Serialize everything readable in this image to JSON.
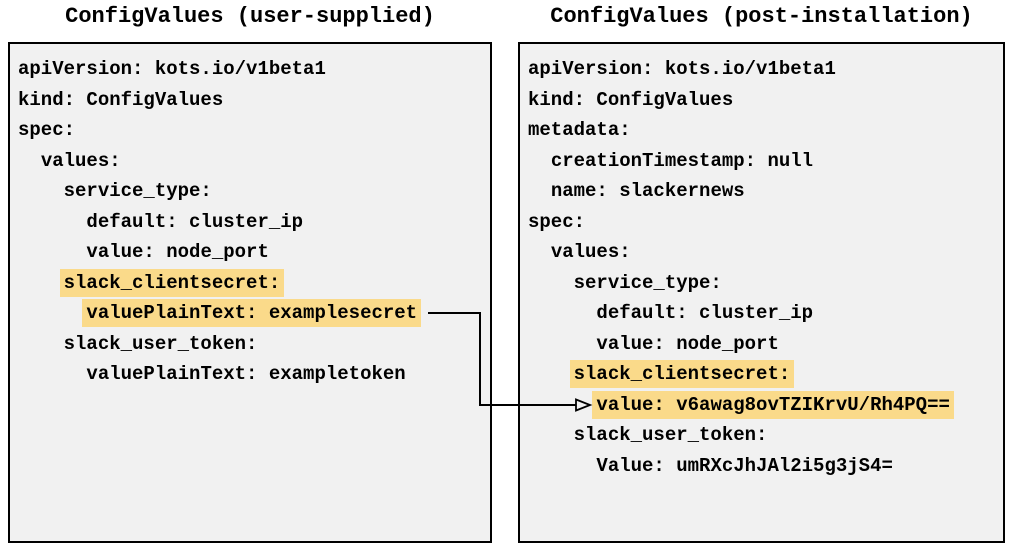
{
  "panels": [
    {
      "id": "user-supplied",
      "title": "ConfigValues (user-supplied)",
      "lines": [
        {
          "text": "apiVersion: kots.io/v1beta1",
          "highlight": false
        },
        {
          "text": "kind: ConfigValues",
          "highlight": false
        },
        {
          "text": "spec:",
          "highlight": false
        },
        {
          "text": "  values:",
          "highlight": false
        },
        {
          "text": "    service_type:",
          "highlight": false
        },
        {
          "text": "      default: cluster_ip",
          "highlight": false
        },
        {
          "text": "      value: node_port",
          "highlight": false
        },
        {
          "text": "    slack_clientsecret:",
          "highlight": true
        },
        {
          "text": "      valuePlainText: examplesecret",
          "highlight": true
        },
        {
          "text": "    slack_user_token:",
          "highlight": false
        },
        {
          "text": "      valuePlainText: exampletoken",
          "highlight": false
        }
      ]
    },
    {
      "id": "post-installation",
      "title": "ConfigValues (post-installation)",
      "lines": [
        {
          "text": "apiVersion: kots.io/v1beta1",
          "highlight": false
        },
        {
          "text": "kind: ConfigValues",
          "highlight": false
        },
        {
          "text": "metadata:",
          "highlight": false
        },
        {
          "text": "  creationTimestamp: null",
          "highlight": false
        },
        {
          "text": "  name: slackernews",
          "highlight": false
        },
        {
          "text": "spec:",
          "highlight": false
        },
        {
          "text": "  values:",
          "highlight": false
        },
        {
          "text": "    service_type:",
          "highlight": false
        },
        {
          "text": "      default: cluster_ip",
          "highlight": false
        },
        {
          "text": "      value: node_port",
          "highlight": false
        },
        {
          "text": "    slack_clientsecret:",
          "highlight": true
        },
        {
          "text": "      value: v6awag8ovTZIKrvU/Rh4PQ==",
          "highlight": true
        },
        {
          "text": "    slack_user_token:",
          "highlight": false
        },
        {
          "text": "      Value: umRXcJhJAl2i5g3jS4=",
          "highlight": false
        }
      ]
    }
  ],
  "arrow": {
    "from_line": "valuePlainText: examplesecret",
    "to_line": "value: v6awag8ovTZIKrvU/Rh4PQ=="
  },
  "colors": {
    "highlight": "#fada8a",
    "panel_background": "#f1f1f1",
    "panel_border": "#000000",
    "text": "#000000"
  }
}
